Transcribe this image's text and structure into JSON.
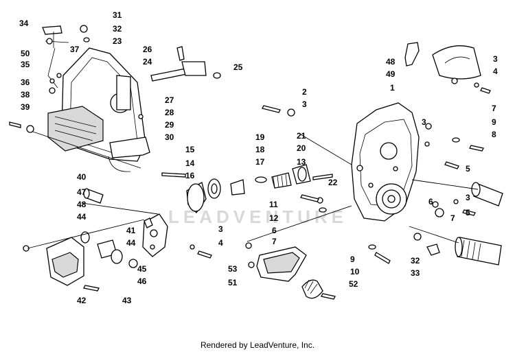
{
  "diagram": {
    "watermark": "LEADVENTURE",
    "footer": "Rendered by LeadVenture, Inc.",
    "callouts": [
      {
        "n": "34"
      },
      {
        "n": "31"
      },
      {
        "n": "32"
      },
      {
        "n": "23"
      },
      {
        "n": "50"
      },
      {
        "n": "37"
      },
      {
        "n": "35"
      },
      {
        "n": "36"
      },
      {
        "n": "38"
      },
      {
        "n": "39"
      },
      {
        "n": "26"
      },
      {
        "n": "24"
      },
      {
        "n": "25"
      },
      {
        "n": "27"
      },
      {
        "n": "28"
      },
      {
        "n": "29"
      },
      {
        "n": "30"
      },
      {
        "n": "48"
      },
      {
        "n": "49"
      },
      {
        "n": "3"
      },
      {
        "n": "4"
      },
      {
        "n": "1"
      },
      {
        "n": "2"
      },
      {
        "n": "3"
      },
      {
        "n": "7"
      },
      {
        "n": "3"
      },
      {
        "n": "9"
      },
      {
        "n": "8"
      },
      {
        "n": "21"
      },
      {
        "n": "20"
      },
      {
        "n": "13"
      },
      {
        "n": "22"
      },
      {
        "n": "19"
      },
      {
        "n": "18"
      },
      {
        "n": "17"
      },
      {
        "n": "15"
      },
      {
        "n": "14"
      },
      {
        "n": "16"
      },
      {
        "n": "5"
      },
      {
        "n": "3"
      },
      {
        "n": "5"
      },
      {
        "n": "6"
      },
      {
        "n": "7"
      },
      {
        "n": "11"
      },
      {
        "n": "12"
      },
      {
        "n": "6"
      },
      {
        "n": "7"
      },
      {
        "n": "40"
      },
      {
        "n": "47"
      },
      {
        "n": "48"
      },
      {
        "n": "44"
      },
      {
        "n": "41"
      },
      {
        "n": "3"
      },
      {
        "n": "4"
      },
      {
        "n": "44"
      },
      {
        "n": "45"
      },
      {
        "n": "46"
      },
      {
        "n": "42"
      },
      {
        "n": "43"
      },
      {
        "n": "53"
      },
      {
        "n": "51"
      },
      {
        "n": "52"
      },
      {
        "n": "9"
      },
      {
        "n": "10"
      },
      {
        "n": "32"
      },
      {
        "n": "33"
      }
    ]
  }
}
